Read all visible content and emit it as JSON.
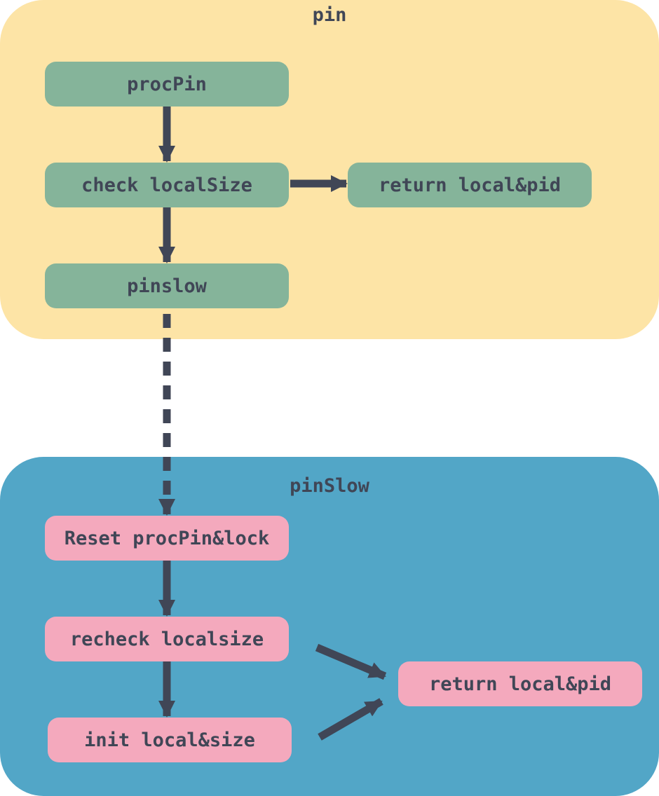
{
  "groups": {
    "pin": {
      "title": "pin"
    },
    "pinslow": {
      "title": "pinSlow"
    }
  },
  "nodes": {
    "procpin": "procPin",
    "check_local_size": "check localSize",
    "return_top": "return local&pid",
    "pinslow": "pinslow",
    "reset": "Reset procPin&lock",
    "recheck": "recheck localsize",
    "init": "init local&size",
    "return_bottom": "return local&pid"
  },
  "colors": {
    "pin_group": "#fde4a6",
    "pinslow_group": "#52a6c7",
    "green_node": "#85b49a",
    "pink_node": "#f4a9bd",
    "arrow": "#404656"
  }
}
